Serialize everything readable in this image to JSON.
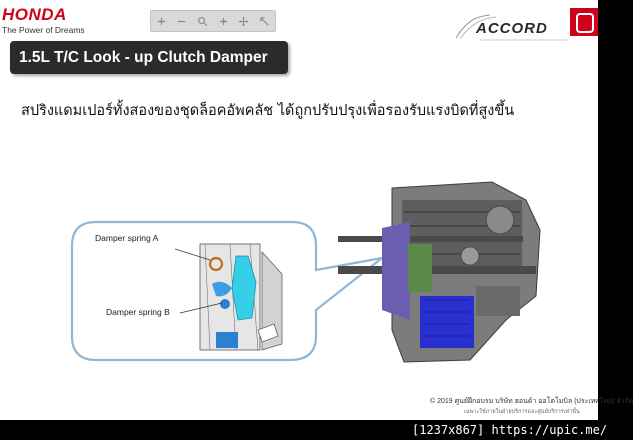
{
  "brand": {
    "name": "HONDA",
    "tagline": "The Power of Dreams",
    "color": "#d0021b"
  },
  "model_logo": {
    "text": "ACCORD"
  },
  "slide": {
    "title": "1.5L T/C Look - up Clutch Damper",
    "description": "สปริงแดมเปอร์ทั้งสองของชุดล็อคอัพคลัช ได้ถูกปรับปรุงเพื่อรองรับแรงบิดที่สูงขึ้น",
    "callouts": {
      "spring_a": "Damper spring A",
      "spring_b": "Damper spring B"
    },
    "copyright": "© 2019 ศูนย์ฝึกอบรม บริษัท ฮอนด้า ออโตโมบิล (ประเทศไทย) จำกัด",
    "copyright_sub": "เฉพาะใช้ภายในฝ่ายบริการและศูนย์บริการเท่านั้น"
  },
  "viewer_toolbar": {
    "buttons": [
      {
        "icon": "zoom-in-icon"
      },
      {
        "icon": "zoom-out-icon"
      },
      {
        "icon": "magnifier-icon"
      },
      {
        "icon": "rotate-icon"
      },
      {
        "icon": "move-icon"
      },
      {
        "icon": "resize-icon"
      }
    ]
  },
  "watermark": "[1237x867] https://upic.me/"
}
